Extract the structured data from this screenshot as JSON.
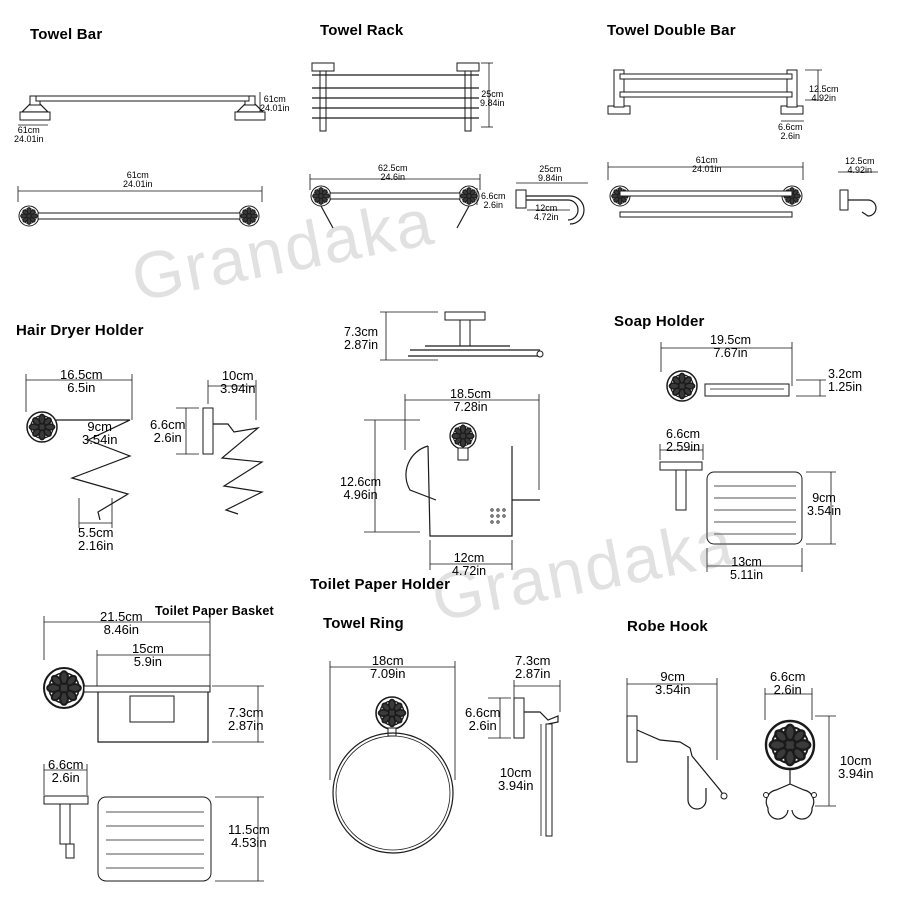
{
  "watermark": [
    "Grandaka",
    "Grandaka"
  ],
  "products": {
    "towel_bar": {
      "title": "Towel Bar",
      "dims": [
        [
          "61cm",
          "24.01in"
        ],
        [
          "61cm",
          "24.01in"
        ],
        [
          "61cm",
          "24.01in"
        ]
      ]
    },
    "towel_rack": {
      "title": "Towel Rack",
      "dims": [
        [
          "25cm",
          "9.84in"
        ],
        [
          "62.5cm",
          "24.6in"
        ],
        [
          "6.6cm",
          "2.6in"
        ],
        [
          "25cm",
          "9.84in"
        ],
        [
          "12cm",
          "4.72in"
        ]
      ]
    },
    "towel_double_bar": {
      "title": "Towel Double Bar",
      "dims": [
        [
          "12.5cm",
          "4.92in"
        ],
        [
          "6.6cm",
          "2.6in"
        ],
        [
          "61cm",
          "24.01in"
        ],
        [
          "12.5cm",
          "4.92in"
        ]
      ]
    },
    "hair_dryer_holder": {
      "title": "Hair Dryer Holder",
      "dims": [
        [
          "16.5cm",
          "6.5in"
        ],
        [
          "9cm",
          "3.54in"
        ],
        [
          "5.5cm",
          "2.16in"
        ],
        [
          "10cm",
          "3.94in"
        ],
        [
          "6.6cm",
          "2.6in"
        ]
      ]
    },
    "toilet_paper_holder": {
      "title": "Toilet Paper Holder",
      "dims": [
        [
          "7.3cm",
          "2.87in"
        ],
        [
          "18.5cm",
          "7.28in"
        ],
        [
          "12.6cm",
          "4.96in"
        ],
        [
          "12cm",
          "4.72in"
        ]
      ]
    },
    "soap_holder": {
      "title": "Soap Holder",
      "dims": [
        [
          "19.5cm",
          "7.67in"
        ],
        [
          "3.2cm",
          "1.25in"
        ],
        [
          "6.6cm",
          "2.59in"
        ],
        [
          "9cm",
          "3.54in"
        ],
        [
          "13cm",
          "5.11in"
        ]
      ]
    },
    "toilet_paper_basket": {
      "title": "Toilet Paper Basket",
      "dims": [
        [
          "21.5cm",
          "8.46in"
        ],
        [
          "15cm",
          "5.9in"
        ],
        [
          "7.3cm",
          "2.87in"
        ],
        [
          "6.6cm",
          "2.6in"
        ],
        [
          "11.5cm",
          "4.53in"
        ]
      ]
    },
    "towel_ring": {
      "title": "Towel Ring",
      "dims": [
        [
          "18cm",
          "7.09in"
        ],
        [
          "7.3cm",
          "2.87in"
        ],
        [
          "6.6cm",
          "2.6in"
        ],
        [
          "10cm",
          "3.94in"
        ]
      ]
    },
    "robe_hook": {
      "title": "Robe Hook",
      "dims": [
        [
          "9cm",
          "3.54in"
        ],
        [
          "6.6cm",
          "2.6in"
        ],
        [
          "10cm",
          "3.94in"
        ]
      ]
    }
  }
}
